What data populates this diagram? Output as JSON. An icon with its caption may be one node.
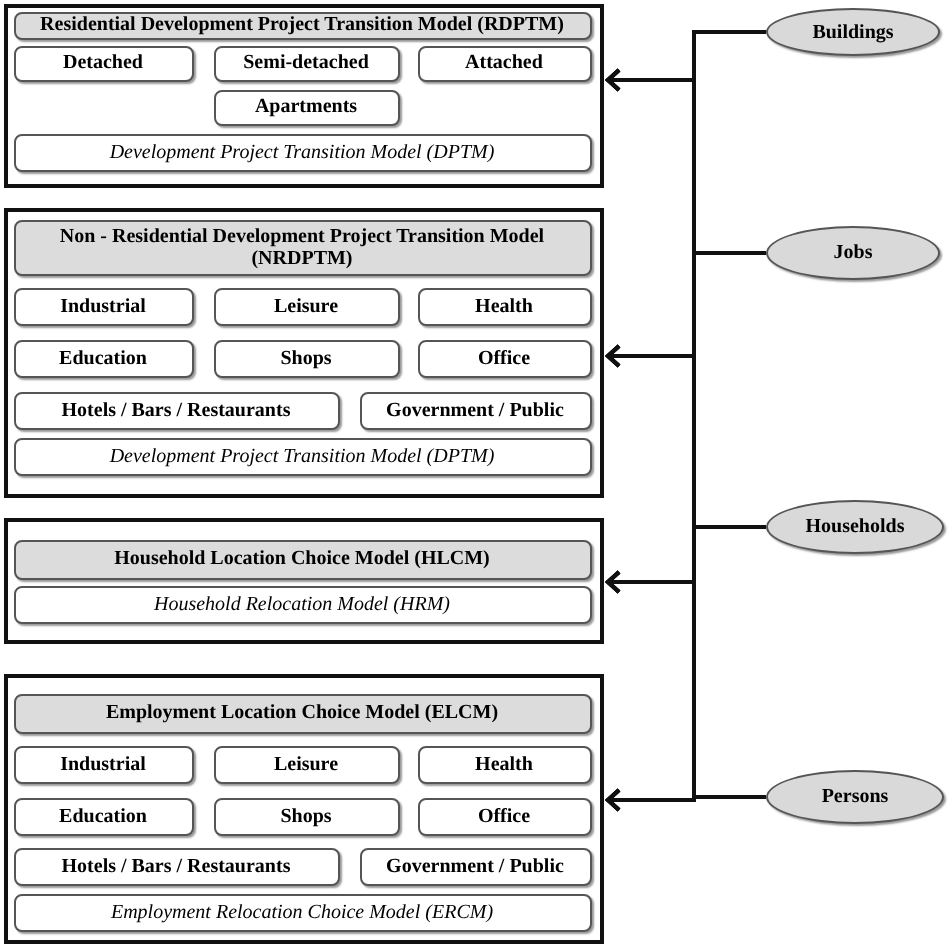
{
  "diagram": {
    "nodes": [
      {
        "text": [],
        "shape": "box"
      },
      {
        "text": [
          "Residential Development Project Transition Model (RDPTM)"
        ],
        "in": 0
      },
      {
        "text": [
          "Detached"
        ],
        "in": 0
      },
      {
        "text": [
          "Semi-detached"
        ],
        "in": 0
      },
      {
        "text": [
          "Attached"
        ],
        "in": 0
      },
      {
        "text": [
          "Apartments"
        ],
        "in": 0
      },
      {
        "text": [
          "Development Project Transition Model (DPTM)"
        ],
        "in": 0
      },
      {
        "text": [],
        "shape": "box"
      },
      {
        "text": [
          "Non - Residential Development Project Transition Model (NRDPTM)"
        ],
        "in": 7
      },
      {
        "text": [
          "Industrial"
        ],
        "in": 7
      },
      {
        "text": [
          "Leisure"
        ],
        "in": 7
      },
      {
        "text": [
          "Health"
        ],
        "in": 7
      },
      {
        "text": [
          "Education"
        ],
        "in": 7
      },
      {
        "text": [
          "Shops"
        ],
        "in": 7
      },
      {
        "text": [
          "Office"
        ],
        "in": 7
      },
      {
        "text": [
          "Hotels / Bars / Restaurants"
        ],
        "in": 7
      },
      {
        "text": [
          "Government / Public"
        ],
        "in": 7
      },
      {
        "text": [
          "Development Project Transition Model (DPTM)"
        ],
        "in": 7
      },
      {
        "text": [],
        "shape": "box"
      },
      {
        "text": [
          "Household Location Choice Model (HLCM)"
        ],
        "in": 18
      },
      {
        "text": [
          "Household Relocation Model (HRM)"
        ],
        "in": 18
      },
      {
        "text": [],
        "shape": "box"
      },
      {
        "text": [
          "Employment Location Choice Model (ELCM)"
        ],
        "in": 21
      },
      {
        "text": [
          "Industrial"
        ],
        "in": 21
      },
      {
        "text": [
          "Leisure"
        ],
        "in": 21
      },
      {
        "text": [
          "Health"
        ],
        "in": 21
      },
      {
        "text": [
          "Education"
        ],
        "in": 21
      },
      {
        "text": [
          "Shops"
        ],
        "in": 21
      },
      {
        "text": [
          "Office"
        ],
        "in": 21
      },
      {
        "text": [
          "Hotels / Bars / Restaurants"
        ],
        "in": 21
      },
      {
        "text": [
          "Government / Public"
        ],
        "in": 21
      },
      {
        "text": [
          "Employment Relocation Choice Model (ERCM)"
        ],
        "in": 21
      },
      {
        "text": [
          "Buildings"
        ]
      },
      {
        "text": [
          "Jobs"
        ]
      },
      {
        "text": [
          "Households"
        ]
      },
      {
        "text": [
          "Persons"
        ]
      }
    ],
    "edges": [
      {
        "from": 32,
        "to": 0,
        "arrow": "to"
      },
      {
        "from": 32,
        "to": 7,
        "arrow": "to"
      },
      {
        "from": 32,
        "to": 18,
        "arrow": "to"
      },
      {
        "from": 32,
        "to": 21,
        "arrow": "to"
      },
      {
        "from": 33,
        "to": 0,
        "arrow": "to"
      },
      {
        "from": 33,
        "to": 7,
        "arrow": "to"
      },
      {
        "from": 33,
        "to": 18,
        "arrow": "to"
      },
      {
        "from": 33,
        "to": 21,
        "arrow": "to"
      },
      {
        "from": 34,
        "to": 0,
        "arrow": "to"
      },
      {
        "from": 34,
        "to": 7,
        "arrow": "to"
      },
      {
        "from": 34,
        "to": 18,
        "arrow": "to"
      },
      {
        "from": 34,
        "to": 21,
        "arrow": "to"
      },
      {
        "from": 35,
        "to": 0,
        "arrow": "to"
      },
      {
        "from": 35,
        "to": 7,
        "arrow": "to"
      },
      {
        "from": 35,
        "to": 18,
        "arrow": "to"
      },
      {
        "from": 35,
        "to": 21,
        "arrow": "to"
      }
    ]
  }
}
